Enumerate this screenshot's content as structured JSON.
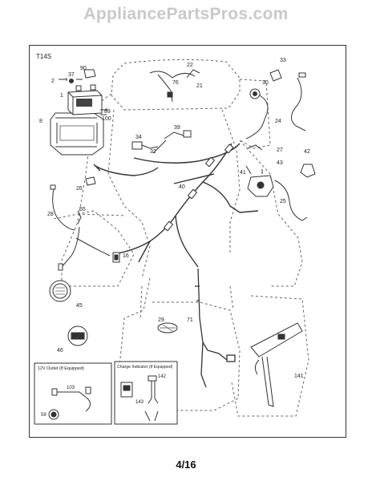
{
  "watermark": "AppliancePartsPros.com",
  "diagram_code": "T14S",
  "page": "4/16",
  "insets": {
    "outlet": {
      "title": "12V Outlet (If Equipped)",
      "parts": [
        "103",
        "59"
      ]
    },
    "charge": {
      "title": "Charge Indicator (If Equipped)",
      "parts": [
        "142",
        "143"
      ]
    }
  },
  "callouts": [
    "90",
    "2",
    "37",
    "1",
    "8",
    "100",
    "89",
    "22",
    "21",
    "76",
    "33",
    "30",
    "24",
    "34",
    "39",
    "32",
    "27",
    "42",
    "41",
    "43",
    "26",
    "28",
    "40",
    "55",
    "16",
    "25",
    "45",
    "46",
    "71",
    "29",
    "141"
  ]
}
